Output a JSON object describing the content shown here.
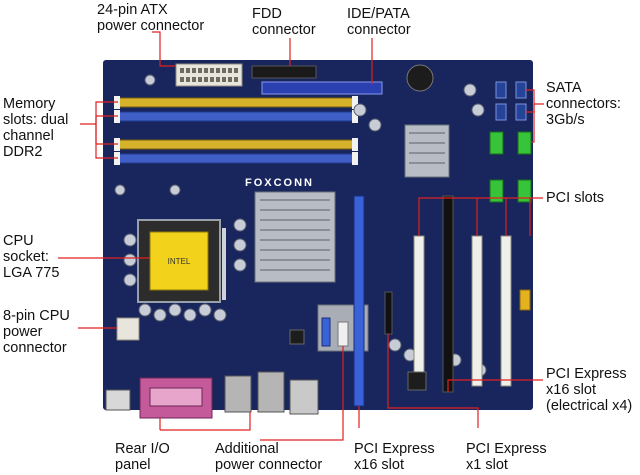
{
  "labels": {
    "atx24": [
      "24-pin ATX",
      "power connector"
    ],
    "fdd": [
      "FDD",
      "connector"
    ],
    "ide": [
      "IDE/PATA",
      "connector"
    ],
    "sata": [
      "SATA",
      "connectors:",
      "3Gb/s"
    ],
    "memory": [
      "Memory",
      "slots: dual",
      "channel",
      "DDR2"
    ],
    "pci": [
      "PCI slots"
    ],
    "cpu_socket": [
      "CPU",
      "socket:",
      "LGA 775"
    ],
    "cpu8pin": [
      "8-pin CPU",
      "power",
      "connector"
    ],
    "pcie_x16_elec": [
      "PCI Express",
      "x16 slot",
      "(electrical x4)"
    ],
    "rear_io": [
      "Rear I/O",
      "panel"
    ],
    "addl_power": [
      "Additional",
      "power connector"
    ],
    "pcie_x16": [
      "PCI Express",
      "x16 slot"
    ],
    "pcie_x1": [
      "PCI Express",
      "x1 slot"
    ]
  },
  "board": {
    "brand": "FOXCONN",
    "cpu_chip_text": "INTEL"
  },
  "colors": {
    "pcb": "#1b2a66",
    "pcb_dark": "#111a44",
    "dimm_yellow": "#d6b12a",
    "dimm_blue": "#3f5fc6",
    "slot_white": "#f0f0ea",
    "pcie_blue": "#3a62d8",
    "sata_green": "#37c43a",
    "leader": "#e02020",
    "heatsink": "#b8bcc4",
    "chip_yellow": "#f2d21a",
    "io_pink": "#c45a9a"
  }
}
